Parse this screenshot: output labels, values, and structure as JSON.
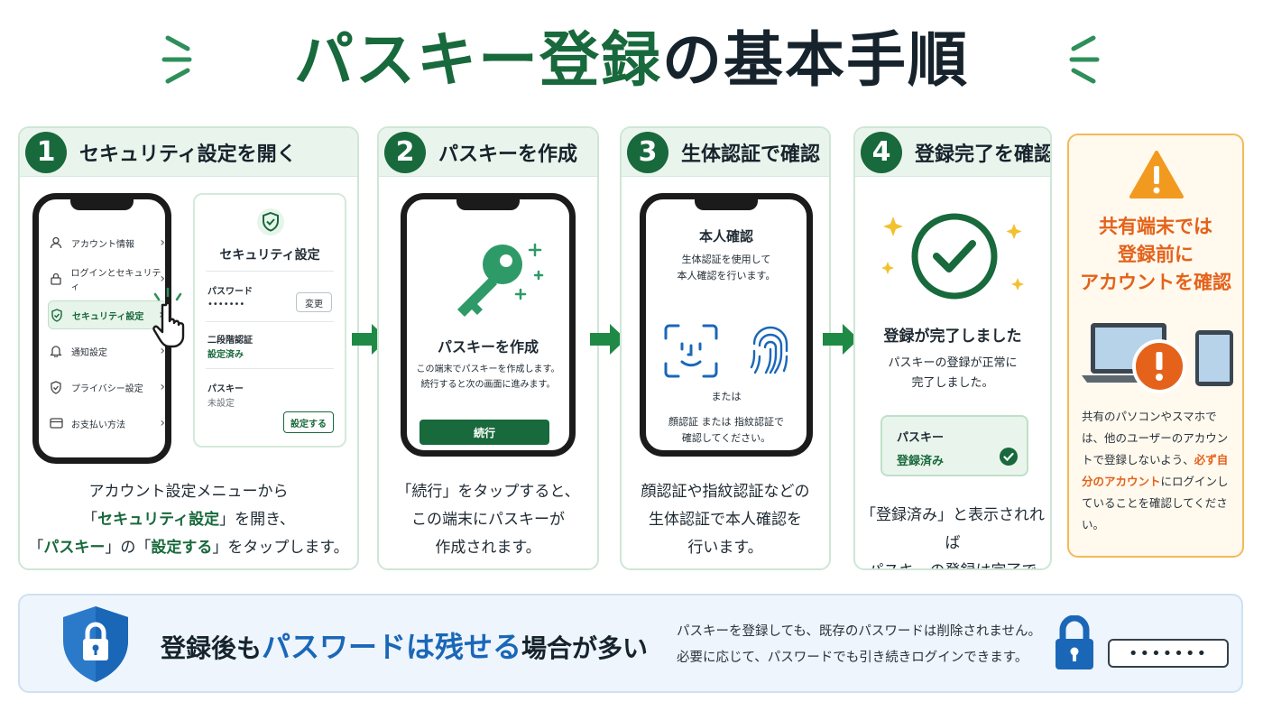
{
  "title": {
    "green": "パスキー登録",
    "dark": "の基本手順"
  },
  "steps": [
    {
      "number": "1",
      "label": "セキュリティ設定を開く",
      "menu": [
        "アカウント情報",
        "ログインとセキュリティ",
        "セキュリティ設定",
        "通知設定",
        "プライバシー設定",
        "お支払い方法"
      ],
      "panel": {
        "title": "セキュリティ設定",
        "password_label": "パスワード",
        "password_value": "•••••••",
        "change_button": "変更",
        "twofa_label": "二段階認証",
        "twofa_value": "設定済み",
        "passkey_label": "パスキー",
        "passkey_value": "未設定",
        "setup_button": "設定する"
      },
      "desc": {
        "l1": "アカウント設定メニューから",
        "l2a": "「",
        "l2b": "セキュリティ設定",
        "l2c": "」を開き、",
        "l3a": "「",
        "l3b": "パスキー",
        "l3c": "」の「",
        "l3d": "設定する",
        "l3e": "」をタップします。"
      }
    },
    {
      "number": "2",
      "label": "パスキーを作成",
      "screen": {
        "title": "パスキーを作成",
        "text1": "この端末でパスキーを作成します。",
        "text2": "続行すると次の画面に進みます。",
        "button": "続行"
      },
      "desc": {
        "l1": "「続行」をタップすると、",
        "l2": "この端末にパスキーが",
        "l3": "作成されます。"
      }
    },
    {
      "number": "3",
      "label": "生体認証で確認",
      "screen": {
        "title": "本人確認",
        "text1": "生体認証を使用して",
        "text2": "本人確認を行います。",
        "or": "または",
        "text3": "顔認証 または 指紋認証で",
        "text4": "確認してください。"
      },
      "desc": {
        "l1": "顔認証や指紋認証などの",
        "l2": "生体認証で本人確認を",
        "l3": "行います。"
      }
    },
    {
      "number": "4",
      "label": "登録完了を確認",
      "screen": {
        "title": "登録が完了しました",
        "text1": "パスキーの登録が正常に",
        "text2": "完了しました。",
        "box_label": "パスキー",
        "box_value": "登録済み"
      },
      "desc": {
        "l1": "「登録済み」と表示されれば",
        "l2": "パスキーの登録は完了です。"
      }
    }
  ],
  "warning": {
    "title1": "共有端末では",
    "title2": "登録前に",
    "title3": "アカウントを確認",
    "text_a": "共有のパソコンやスマホでは、他のユーザーのアカウントで登録しないよう、",
    "text_b": "必ず自分のアカウント",
    "text_c": "にログインしていることを確認してください。"
  },
  "banner": {
    "head_a": "登録後も",
    "head_b": "パスワードは残せる",
    "head_c": "場合が多い",
    "text1": "パスキーを登録しても、既存のパスワードは削除されません。",
    "text2": "必要に応じて、パスワードでも引き続きログインできます。",
    "password_mask": "•••••••"
  },
  "colors": {
    "green": "#18693c",
    "light_green": "#e9f5ec",
    "orange": "#e4621a",
    "blue": "#1a67b8"
  }
}
